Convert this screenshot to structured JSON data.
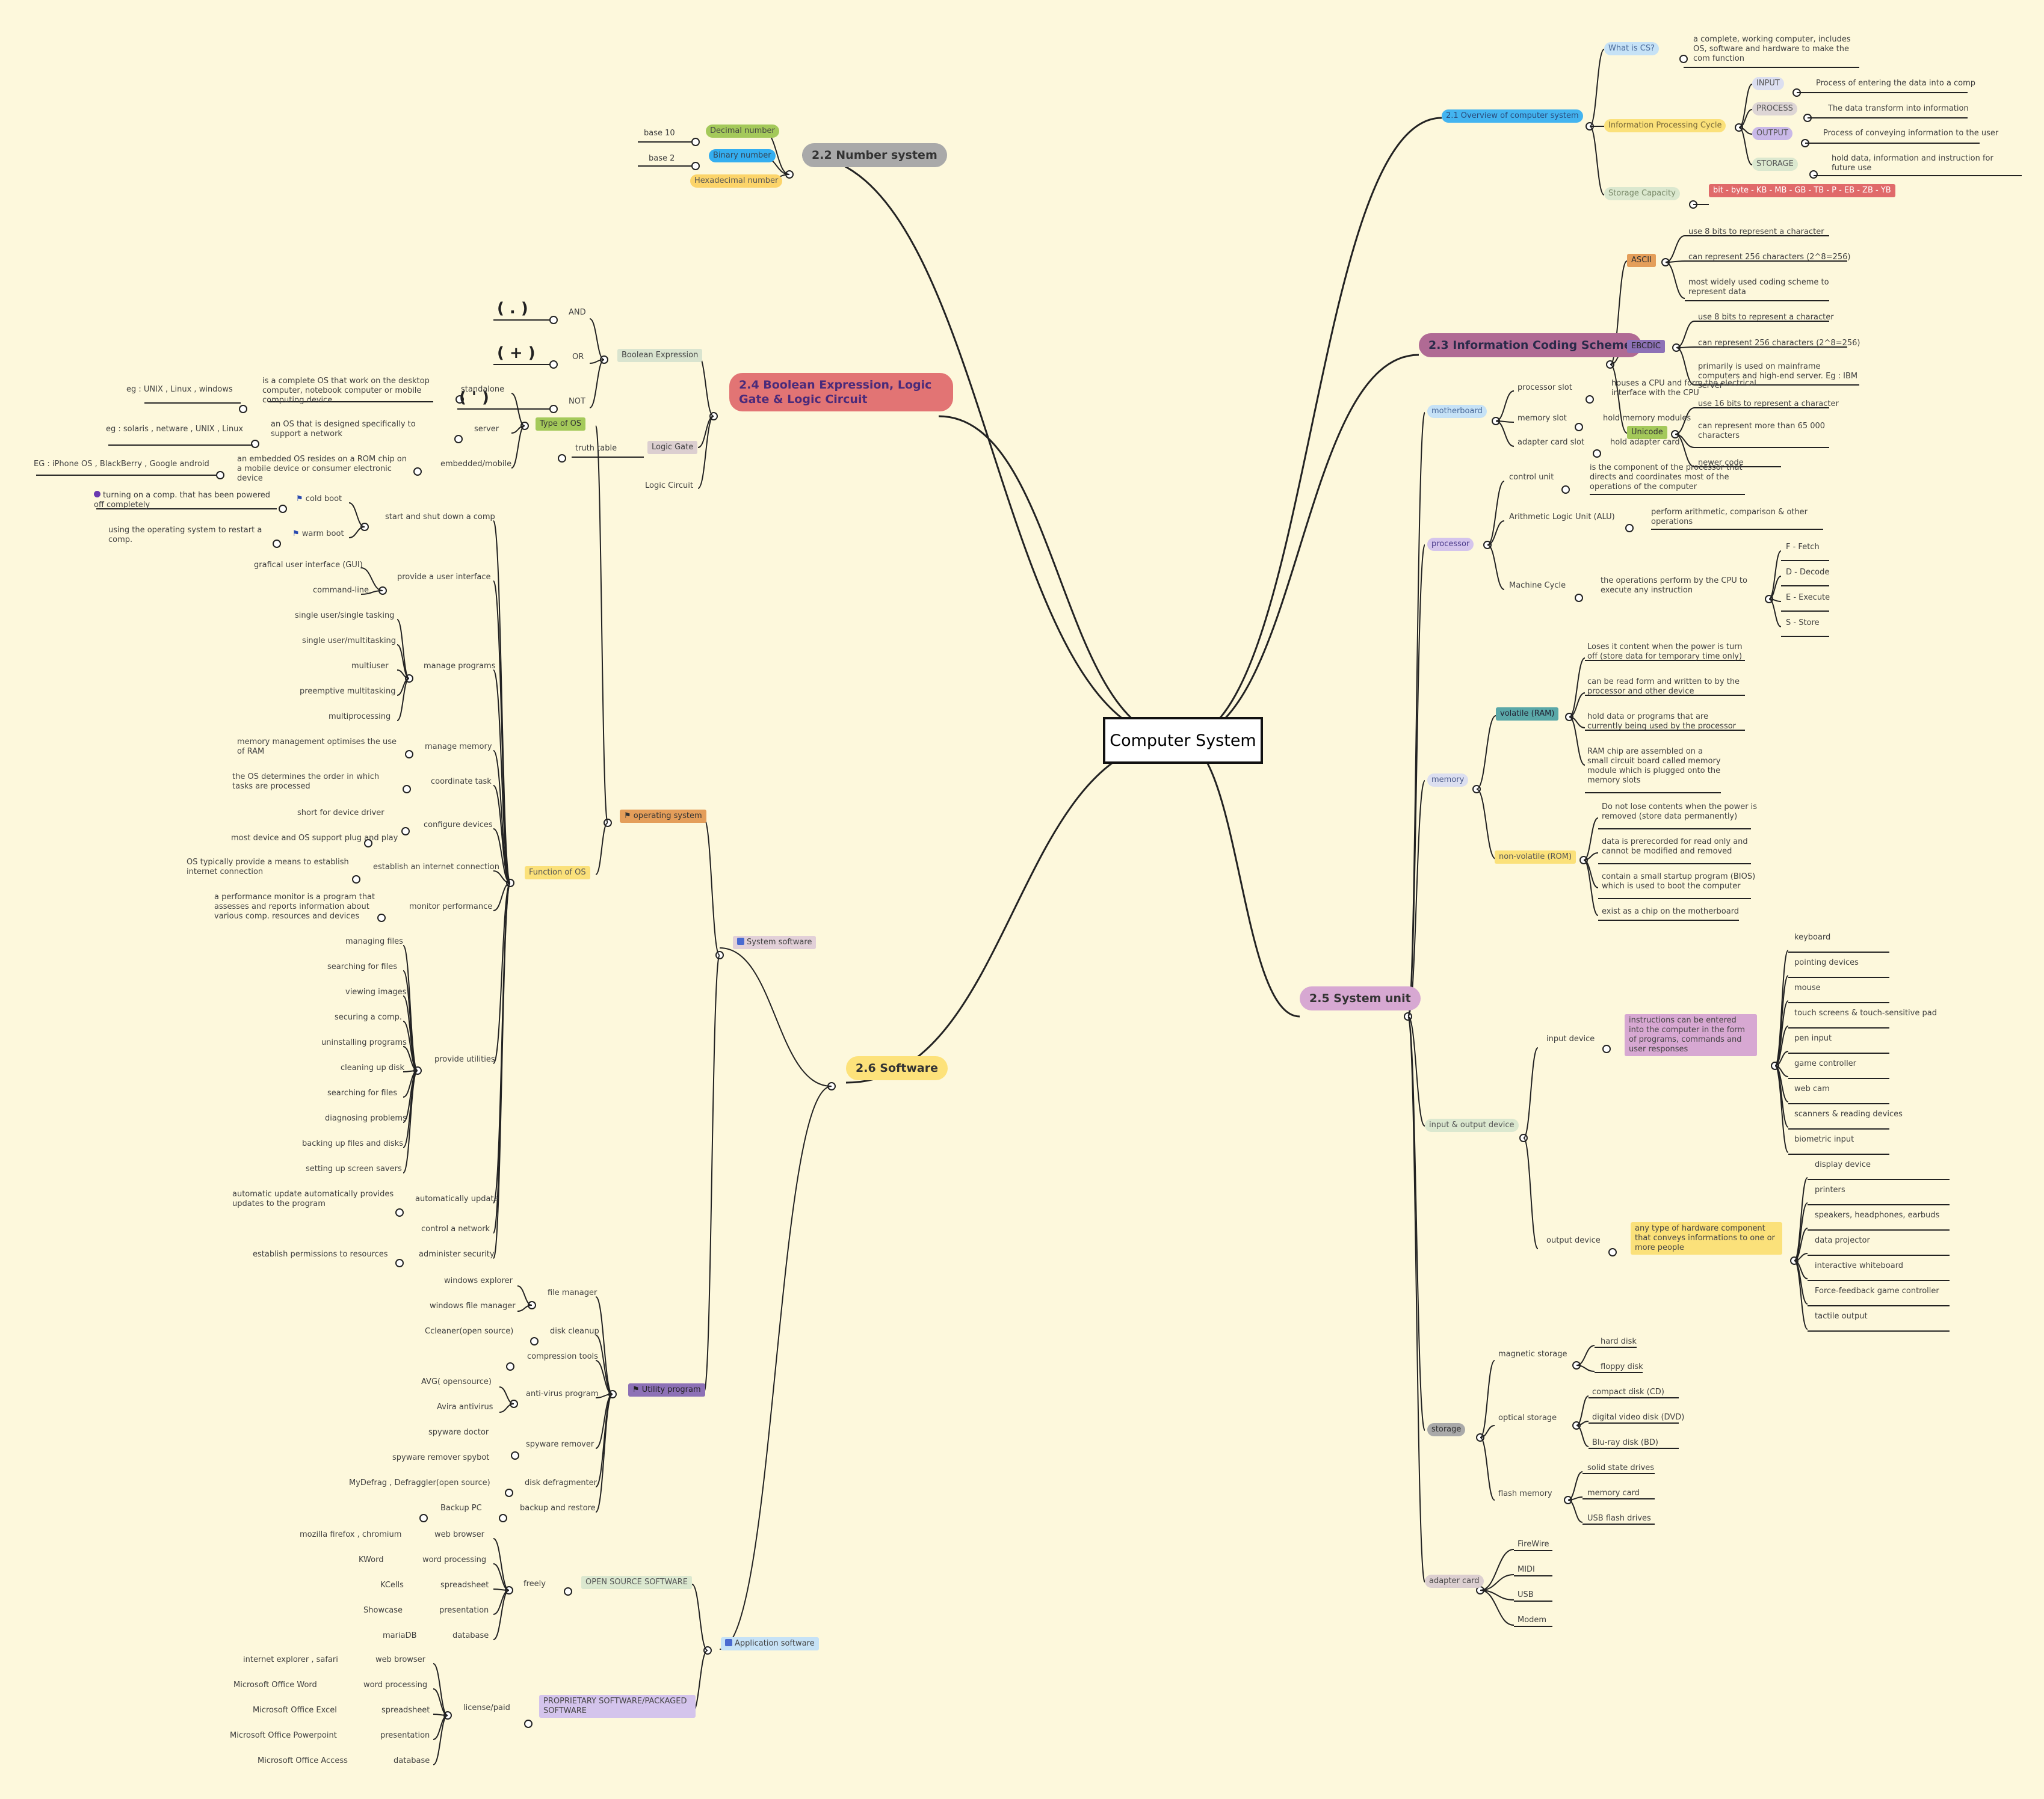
{
  "center": "Computer System",
  "number_system": {
    "title": "2.2 Number system",
    "decimal": {
      "label": "Decimal number",
      "note": "base 10"
    },
    "binary": {
      "label": "Binary number",
      "note": "base 2"
    },
    "hex": {
      "label": "Hexadecimal number"
    }
  },
  "boolean": {
    "title": "2.4 Boolean Expression, Logic Gate & Logic Circuit",
    "expression": {
      "label": "Boolean Expression",
      "and_sym": "( . )",
      "and": "AND",
      "or_sym": "( + )",
      "or": "OR",
      "not_sym": "( ' )",
      "not": "NOT"
    },
    "gate": {
      "label": "Logic Gate",
      "truth": "truth table"
    },
    "circuit": {
      "label": "Logic Circuit"
    }
  },
  "overview": {
    "title": "2.1 Overview of computer system",
    "what": {
      "label": "What is CS?",
      "text": "a complete, working computer, includes OS, software and hardware to make the com function"
    },
    "ipc": {
      "label": "Information Processing Cycle",
      "input": {
        "label": "INPUT",
        "text": "Process of entering the data into a comp"
      },
      "process": {
        "label": "PROCESS",
        "text": "The data transform into information"
      },
      "output": {
        "label": "OUTPUT",
        "text": "Process of conveying information to the user"
      },
      "storage": {
        "label": "STORAGE",
        "text": "hold data, information and instruction for future use"
      }
    },
    "capacity": {
      "label": "Storage Capacity",
      "text": "bit - byte - KB - MB - GB - TB - P - EB - ZB - YB"
    }
  },
  "coding": {
    "title": "2.3 Information Coding Scheme",
    "ascii": {
      "label": "ASCII",
      "items": [
        "use 8 bits to represent a character",
        "can represent 256 characters (2^8=256)",
        "most widely used coding scheme to represent data"
      ]
    },
    "ebcdic": {
      "label": "EBCDIC",
      "items": [
        "use 8 bits to represent a character",
        "can represent 256 characters (2^8=256)",
        "primarily is used on mainframe computers and high-end server. Eg : IBM server"
      ]
    },
    "unicode": {
      "label": "Unicode",
      "items": [
        "use 16 bits to represent a character",
        "can represent more than 65 000 characters",
        "newer code"
      ]
    }
  },
  "system_unit": {
    "title": "2.5 System unit",
    "motherboard": {
      "label": "motherboard",
      "processor_slot": "processor slot",
      "processor_slot_text": "houses a CPU and form the electrical interface with the CPU",
      "memory_slot": "memory slot",
      "memory_slot_text": "hold memory modules",
      "adapter_slot": "adapter card slot",
      "adapter_slot_text": "hold adapter card"
    },
    "processor": {
      "label": "processor",
      "cu": "control unit",
      "cu_text": "is the component of the processor that directs and coordinates most of the operations of the computer",
      "alu": "Arithmetic Logic Unit (ALU)",
      "alu_text": "perform arithmetic, comparison & other operations",
      "mc": "Machine Cycle",
      "mc_text": "the operations perform by the CPU to execute any instruction",
      "steps": [
        "F - Fetch",
        "D - Decode",
        "E - Execute",
        "S - Store"
      ]
    },
    "memory": {
      "label": "memory",
      "volatile": {
        "label": "volatile (RAM)",
        "items": [
          "Loses it content when the power is turn off (store data for temporary time only)",
          "can be read form and written to by the processor and other device",
          "hold data or programs that are currently being used by the processor",
          "RAM chip are assembled on a small circuit board called memory module which is plugged onto the memory slots"
        ]
      },
      "nonvolatile": {
        "label": "non-volatile (ROM)",
        "items": [
          "Do not lose contents when the power is removed (store data permanently)",
          "data is prerecorded for read only and cannot be modified and removed",
          "contain a small startup program (BIOS) which is used to boot the computer",
          "exist as a chip on the motherboard"
        ]
      }
    },
    "io": {
      "label": "input & output device",
      "input": {
        "label": "input device",
        "text": "instructions can be entered into the computer in the form of programs, commands and user responses",
        "items": [
          "keyboard",
          "pointing devices",
          "mouse",
          "touch screens & touch-sensitive pad",
          "pen input",
          "game controller",
          "web cam",
          "scanners & reading devices",
          "biometric input"
        ]
      },
      "output": {
        "label": "output device",
        "text": "any type of hardware component that conveys informations to one or more people",
        "items": [
          "display device",
          "printers",
          "speakers, headphones, earbuds",
          "data projector",
          "interactive whiteboard",
          "Force-feedback game controller",
          "tactile output"
        ]
      }
    },
    "storage": {
      "label": "storage",
      "magnetic": {
        "label": "magnetic storage",
        "items": [
          "hard disk",
          "floppy disk"
        ]
      },
      "optical": {
        "label": "optical storage",
        "items": [
          "compact disk (CD)",
          "digital video disk (DVD)",
          "Blu-ray disk (BD)"
        ]
      },
      "flash": {
        "label": "flash memory",
        "items": [
          "solid state drives",
          "memory card",
          "USB flash drives"
        ]
      }
    },
    "adapter": {
      "label": "adapter card",
      "items": [
        "FireWire",
        "MIDI",
        "USB",
        "Modem"
      ]
    }
  },
  "software": {
    "title": "2.6 Software",
    "system_software": "System software",
    "os": {
      "label": "operating system",
      "type": {
        "label": "Type of OS",
        "standalone": "standalone",
        "standalone_text": "is a complete OS that work on the desktop computer, notebook computer or mobile computing device",
        "standalone_eg": "eg : UNIX , Linux , windows",
        "server": "server",
        "server_text": "an OS that is designed specifically to support a network",
        "server_eg": "eg : solaris , netware , UNIX , Linux",
        "embedded": "embedded/mobile",
        "embedded_text": "an embedded OS resides on a ROM chip on a mobile device or consumer electronic device",
        "embedded_eg": "EG : iPhone OS , BlackBerry , Google android"
      },
      "function": {
        "label": "Function of OS",
        "start": "start and shut down a comp",
        "cold": "cold boot",
        "cold_text": "turning on a comp. that has been powered off completely",
        "warm": "warm boot",
        "warm_text": "using the operating system to restart a comp.",
        "ui": "provide a user interface",
        "gui": "grafical user interface (GUI)",
        "cmd": "command-line",
        "manage_programs": "manage programs",
        "programs": [
          "single user/single tasking",
          "single user/multitasking",
          "multiuser",
          "preemptive multitasking",
          "multiprocessing"
        ],
        "memory": "manage memory",
        "memory_text": "memory management optimises the use of RAM",
        "coord": "coordinate task",
        "coord_text": "the OS determines the order in which tasks are processed",
        "config": "configure devices",
        "config_a": "short for device driver",
        "config_b": "most device and OS support plug and play",
        "internet": "establish an internet connection",
        "internet_text": "OS typically provide a means to establish internet connection",
        "monitor": "monitor performance",
        "monitor_text": "a performance monitor is a program that assesses and reports information about various comp. resources and devices",
        "utilities": "provide utilities",
        "utils": [
          "managing files",
          "searching for files",
          "viewing images",
          "securing a comp.",
          "uninstalling programs",
          "cleaning up disk",
          "searching for files",
          "diagnosing problems",
          "backing up files and disks",
          "setting up screen savers"
        ],
        "update": "automatically update",
        "update_text": "automatic update automatically provides updates to the program",
        "network": "control a network",
        "security": "administer security",
        "security_text": "establish permissions to resources"
      }
    },
    "utility": {
      "label": "Utility program",
      "file_manager": "file manager",
      "fm_items": [
        "windows explorer",
        "windows file manager"
      ],
      "disk_cleanup": "disk cleanup",
      "dc_item": "Ccleaner(open source)",
      "compression": "compression tools",
      "antivirus": "anti-virus program",
      "av_items": [
        "AVG( opensource)",
        "Avira antivirus"
      ],
      "spyware": "spyware remover",
      "sp_items": [
        "spyware doctor",
        "spyware remover spybot"
      ],
      "defrag": "disk defragmenter",
      "df_item": "MyDefrag , Defraggler(open source)",
      "backup": "backup and restore",
      "bk_item": "Backup PC"
    },
    "application": {
      "label": "Application software",
      "open": {
        "label": "OPEN SOURCE SOFTWARE",
        "mode": "freely",
        "cats": [
          "web browser",
          "word processing",
          "spreadsheet",
          "presentation",
          "database"
        ],
        "apps": [
          "mozilla firefox , chromium",
          "KWord",
          "KCells",
          "Showcase",
          "mariaDB"
        ]
      },
      "prop": {
        "label": "PROPRIETARY SOFTWARE/PACKAGED SOFTWARE",
        "mode": "license/paid",
        "cats": [
          "web browser",
          "word processing",
          "spreadsheet",
          "presentation",
          "database"
        ],
        "apps": [
          "internet explorer , safari",
          "Microsoft Office Word",
          "Microsoft Office Excel",
          "Microsoft Office Powerpoint",
          "Microsoft Office Access"
        ]
      }
    }
  },
  "colors": {
    "background": "#fdf8dc",
    "line": "#222222",
    "ns": "#a9a9a9",
    "bool": "#e27474",
    "coding": "#b06a94",
    "unit": "#d7a8d2",
    "software": "#fde27a"
  }
}
